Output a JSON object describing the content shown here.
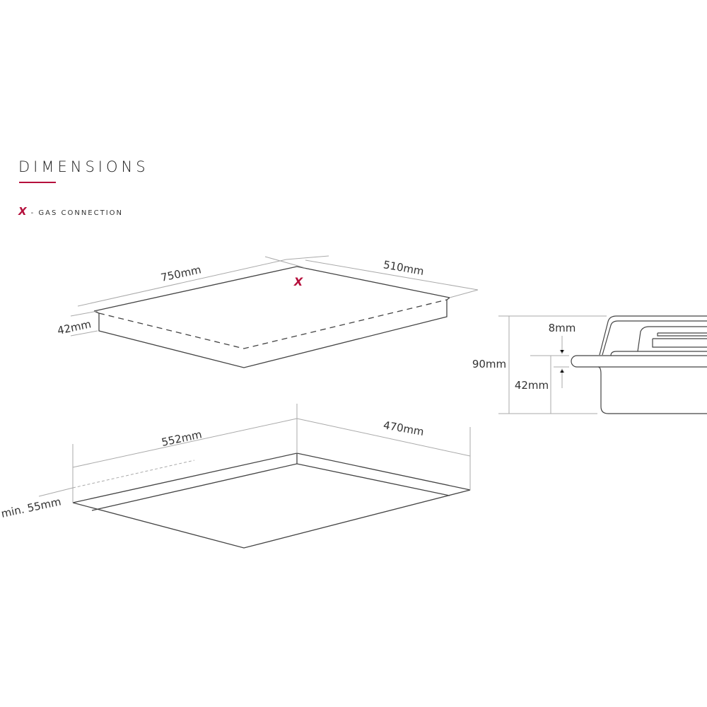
{
  "title": "DIMENSIONS",
  "legend": {
    "symbol": "X",
    "label": "- GAS CONNECTION"
  },
  "hob": {
    "width": "750mm",
    "depth": "510mm",
    "height": "42mm",
    "gas_marker": "X"
  },
  "cutout": {
    "width": "552mm",
    "depth": "470mm",
    "min_front": "min. 55mm"
  },
  "side": {
    "total": "90mm",
    "top": "8mm",
    "body": "42mm"
  },
  "colors": {
    "accent": "#b5103c",
    "line": "#444444",
    "dim": "#aaaaaa"
  }
}
